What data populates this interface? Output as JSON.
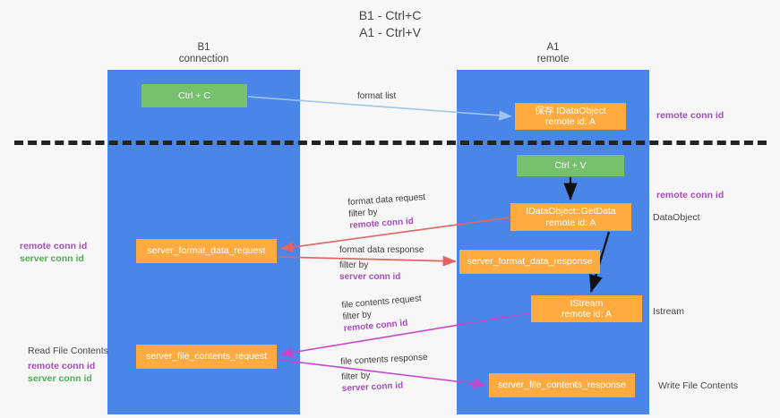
{
  "title": {
    "line1": "B1 - Ctrl+C",
    "line2": "A1 - Ctrl+V"
  },
  "lanes": {
    "left": {
      "name": "B1",
      "role": "connection"
    },
    "right": {
      "name": "A1",
      "role": "remote"
    }
  },
  "nodes": {
    "ctrl_c": {
      "line1": "Ctrl + C",
      "line2": "",
      "color": "#77c06d"
    },
    "idataobject": {
      "line1": "保存 IDataObject",
      "line2": "remote id: A",
      "color": "#ffab40"
    },
    "ctrl_v": {
      "line1": "Ctrl + V",
      "line2": "",
      "color": "#77c06d"
    },
    "getdata": {
      "line1": "IDataObject::GetData",
      "line2": "remote id: A",
      "color": "#ffab40"
    },
    "format_request": {
      "line1": "server_format_data_request",
      "line2": "",
      "color": "#ffab40"
    },
    "format_response": {
      "line1": "server_format_data_response",
      "line2": "",
      "color": "#ffab40"
    },
    "istream": {
      "line1": "IStream",
      "line2": "remote id: A",
      "color": "#ffab40"
    },
    "file_request": {
      "line1": "server_file_contents_request",
      "line2": "",
      "color": "#ffab40"
    },
    "file_response": {
      "line1": "server_file_contents_response",
      "line2": "",
      "color": "#ffab40"
    }
  },
  "arrow_labels": {
    "format_list": {
      "line1": "format list",
      "line2": ""
    },
    "format_data_request": {
      "line1": "format data request",
      "prefix": "filter by ",
      "highlight": "remote conn id"
    },
    "format_data_response": {
      "line1": "format data response",
      "prefix": "filter by ",
      "highlight": "server conn id"
    },
    "file_contents_request": {
      "line1": "file contents request",
      "prefix": "filter by ",
      "highlight": "remote conn id"
    },
    "file_contents_response": {
      "line1": "file contents response",
      "prefix": "filter by ",
      "highlight": "server conn id"
    }
  },
  "annotations": {
    "remote_conn_id_top": "remote conn id",
    "remote_conn_id_mid": "remote conn id",
    "dataobject": "DataObject",
    "istream": "Istream",
    "write_file_contents": "Write File Contents",
    "read_file_contents": "Read File Contents",
    "remote_conn_id_left_1": "remote conn id",
    "server_conn_id_left_1": "server conn id",
    "remote_conn_id_left_2": "remote conn id",
    "server_conn_id_left_2": "server conn id"
  },
  "colors": {
    "lane": "#4a86e8",
    "green_box": "#77c06d",
    "orange_box": "#ffab40",
    "purple_text": "#a64dbf",
    "green_text": "#4caf50",
    "arrow_blue": "#9fc5e8",
    "arrow_red": "#e06666",
    "arrow_magenta": "#cc44cc",
    "arrow_black": "#111111",
    "background": "#f7f7f7"
  }
}
